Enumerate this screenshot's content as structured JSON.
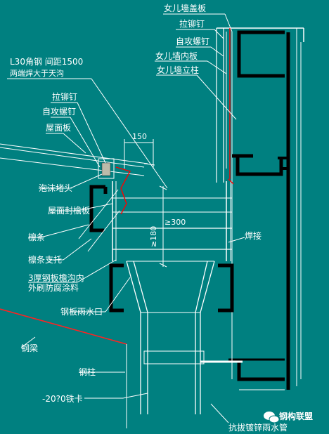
{
  "labels": {
    "parapet_cover": "女儿墙盖板",
    "rivet_top": "拉铆钉",
    "tapping_screw_top": "自攻螺钉",
    "parapet_inner": "女儿墙内板",
    "parapet_column": "女儿墙立柱",
    "angle_steel": "L30角钢  间距1500",
    "angle_note": "两端焊大于天沟",
    "rivet_left": "拉铆钉",
    "tapping_screw_left": "自攻螺钉",
    "roof_panel": "屋面板",
    "foam_plug": "泡沫堵头",
    "roof_seal": "屋面封檐板",
    "purlin": "檩条",
    "purlin_support": "檩条支托",
    "gutter_note_1": "3厚钢板檐沟内",
    "gutter_note_2": "外刷防腐涂料",
    "weld": "焊接",
    "drain_outlet": "钢板雨水口",
    "steel_beam": "钢梁",
    "steel_column": "钢柱",
    "clip": "-20?0铁卡",
    "pipe": "抗拔镀锌雨水管",
    "dim_150": "150",
    "dim_300": "≥300",
    "dim_180": "≥180",
    "watermark": "钢构联盟"
  },
  "colors": {
    "background": "#008080",
    "line": "#ffffff",
    "steel": "#000000",
    "flashing": "#ff0000",
    "beam": "#cc2222"
  }
}
